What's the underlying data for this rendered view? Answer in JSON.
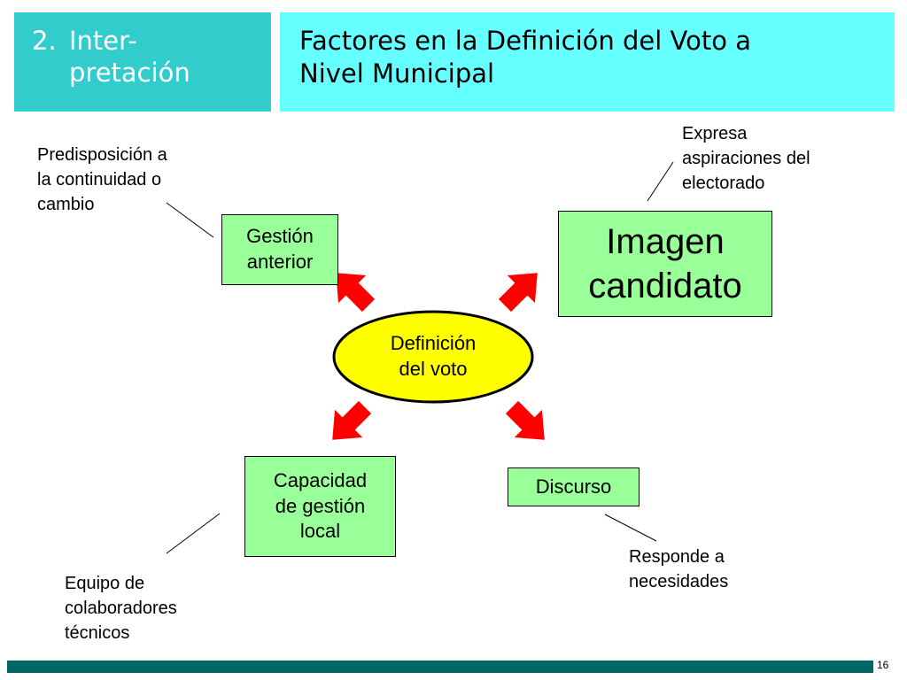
{
  "section": {
    "number": "2.",
    "line1": "Inter-",
    "line2": "pretación"
  },
  "title": {
    "line1": "Factores en la Definición del Voto a",
    "line2": "Nivel Municipal"
  },
  "center": {
    "line1": "Definición",
    "line2": "del voto"
  },
  "nodes": {
    "gestion": {
      "line1": "Gestión",
      "line2": "anterior"
    },
    "imagen": {
      "line1": "Imagen",
      "line2": "candidato"
    },
    "capacidad": {
      "line1": "Capacidad",
      "line2": "de gestión",
      "line3": "local"
    },
    "discurso": {
      "line1": "Discurso"
    }
  },
  "notes": {
    "top_left": {
      "line1": "Predisposición a",
      "line2": "la continuidad o",
      "line3": "cambio"
    },
    "top_right": {
      "line1": "Expresa",
      "line2": "aspiraciones del",
      "line3": "electorado"
    },
    "bottom_left": {
      "line1": "Equipo de",
      "line2": "colaboradores",
      "line3": "técnicos"
    },
    "bottom_right": {
      "line1": "Responde a",
      "line2": "necesidades"
    }
  },
  "footer": {
    "page_number": "16"
  },
  "colors": {
    "section_bg": "#33cccc",
    "title_bg": "#66ffff",
    "node_fill": "#99ff99",
    "center_fill": "#ffff00",
    "arrow": "#ff0000",
    "footer_bar": "#006666"
  }
}
